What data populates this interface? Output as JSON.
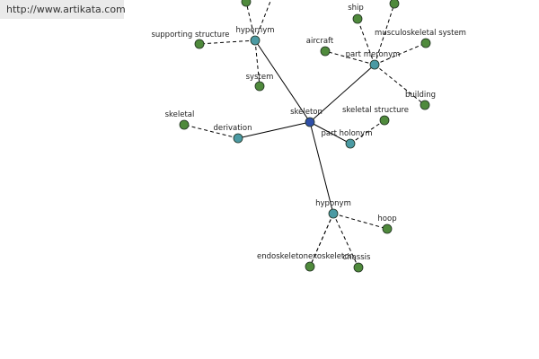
{
  "site": {
    "url": "http://www.artikata.com"
  },
  "colors": {
    "center": "#2f4fa8",
    "relation": "#4b9aa3",
    "leaf": "#4f8a3c",
    "edge": "#000000",
    "banner_bg": "#eaeaea"
  },
  "graph": {
    "center": {
      "id": "skeleton",
      "label": "skeleton"
    },
    "relations": [
      {
        "id": "hypernym",
        "label": "hypernym",
        "leaves": [
          {
            "id": "hypernym-top-a",
            "label": ""
          },
          {
            "id": "hypernym-top-b",
            "label": ""
          },
          {
            "id": "supporting-structure",
            "label": "supporting structure"
          },
          {
            "id": "system",
            "label": "system"
          }
        ]
      },
      {
        "id": "part-meronym",
        "label": "part meronym",
        "leaves": [
          {
            "id": "ship",
            "label": "ship"
          },
          {
            "id": "part-meronym-top",
            "label": ""
          },
          {
            "id": "aircraft",
            "label": "aircraft"
          },
          {
            "id": "musculoskeletal-system",
            "label": "musculoskeletal system"
          },
          {
            "id": "building",
            "label": "building"
          }
        ]
      },
      {
        "id": "derivation",
        "label": "derivation",
        "leaves": [
          {
            "id": "skeletal",
            "label": "skeletal"
          }
        ]
      },
      {
        "id": "part-holonym",
        "label": "part holonym",
        "leaves": [
          {
            "id": "skeletal-structure",
            "label": "skeletal structure"
          }
        ]
      },
      {
        "id": "hyponym",
        "label": "hyponym",
        "leaves": [
          {
            "id": "hoop",
            "label": "hoop"
          },
          {
            "id": "endoskeleton",
            "label": "endoskeleton"
          },
          {
            "id": "exoskeleton",
            "label": "exoskeleton"
          },
          {
            "id": "chassis",
            "label": "chassis"
          }
        ]
      }
    ]
  }
}
